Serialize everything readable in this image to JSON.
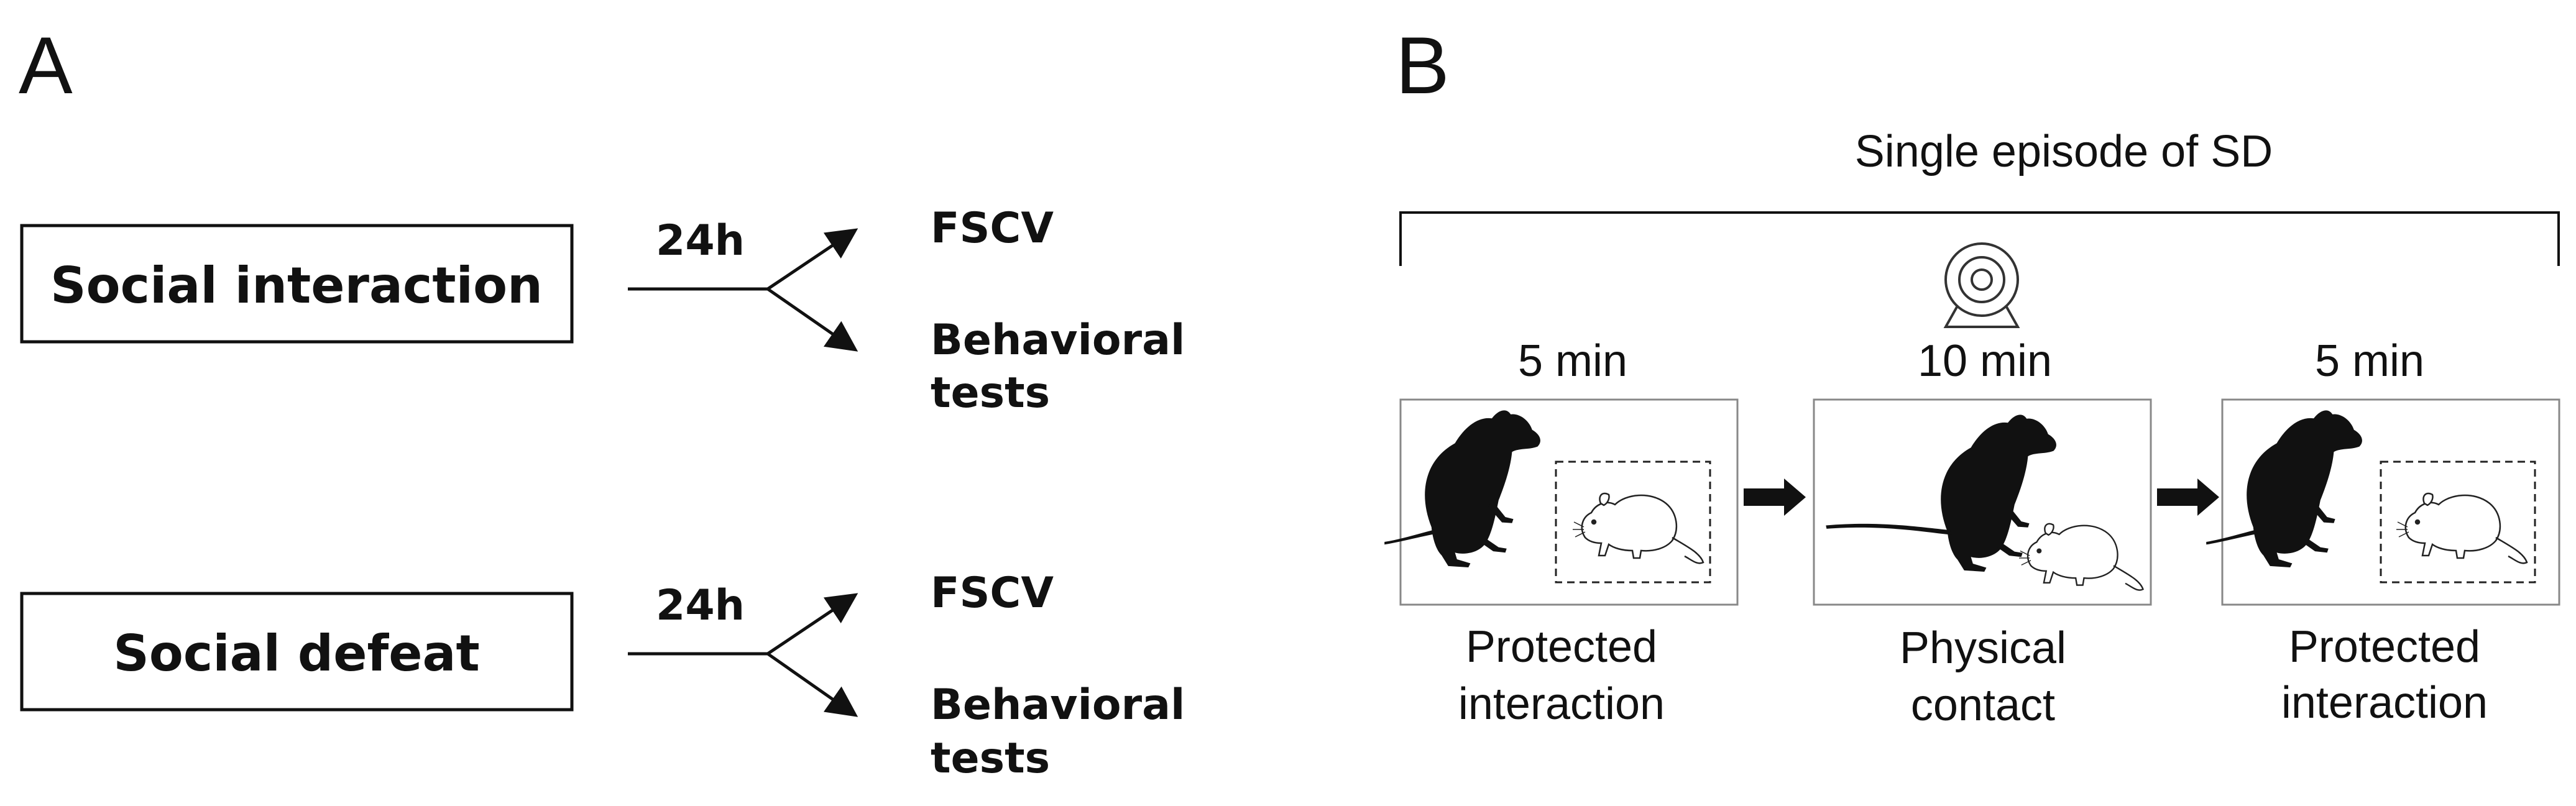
{
  "panel_a": {
    "label": "A",
    "rows": [
      {
        "box_text": "Social interaction",
        "time": "24h",
        "outcome_top": "FSCV",
        "outcome_bottom_line1": "Behavioral",
        "outcome_bottom_line2": "tests"
      },
      {
        "box_text": "Social defeat",
        "time": "24h",
        "outcome_top": "FSCV",
        "outcome_bottom_line1": "Behavioral",
        "outcome_bottom_line2": "tests"
      }
    ]
  },
  "panel_b": {
    "label": "B",
    "bracket_title": "Single episode of SD",
    "icons": {
      "camera": "webcam-icon",
      "arrow": "right-arrow-icon",
      "dominant": "black-rat-silhouette",
      "intruder": "white-mouse-drawing"
    },
    "stages": [
      {
        "duration": "5 min",
        "caption_line1": "Protected",
        "caption_line2": "interaction"
      },
      {
        "duration": "10 min",
        "caption_line1": "Physical",
        "caption_line2": "contact"
      },
      {
        "duration": "5 min",
        "caption_line1": "Protected",
        "caption_line2": "interaction"
      }
    ]
  }
}
